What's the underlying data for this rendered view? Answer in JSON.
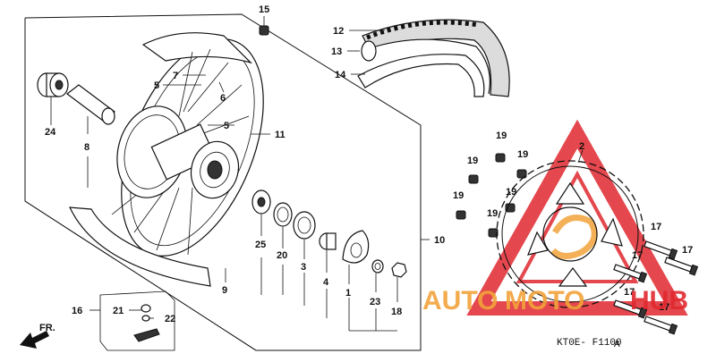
{
  "diagram": {
    "code_main": "KT0E- F1100",
    "code_suffix": "A",
    "front_arrow": "FR.",
    "callouts": [
      "15",
      "12",
      "13",
      "14",
      "7",
      "5",
      "6",
      "5",
      "11",
      "24",
      "8",
      "2",
      "19",
      "19",
      "19",
      "19",
      "19",
      "19",
      "25",
      "20",
      "3",
      "4",
      "1",
      "23",
      "18",
      "10",
      "9",
      "16",
      "21",
      "22",
      "17",
      "17",
      "17",
      "17",
      "17"
    ]
  },
  "watermark": {
    "text_left": "AUTO",
    "text_mid": "MOTO",
    "text_right": "HUB",
    "color_orange": "#f2a33a",
    "color_red": "#e0282e"
  }
}
